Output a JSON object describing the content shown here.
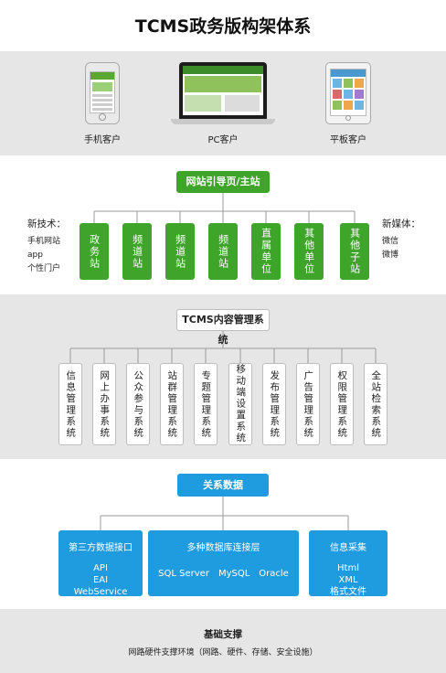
{
  "title": "TCMS政务版构架体系",
  "clients": [
    {
      "label": "手机客户",
      "icon": "phone-icon"
    },
    {
      "label": "PC客户",
      "icon": "laptop-icon"
    },
    {
      "label": "平板客户",
      "icon": "tablet-icon"
    }
  ],
  "portal": {
    "main_box": "网站引导页/主站",
    "sites": [
      "政务站",
      "频道站",
      "频道站",
      "频道站",
      "直属单位",
      "其他单位",
      "其他子站"
    ],
    "new_tech": {
      "heading": "新技术：",
      "items": [
        "手机网站",
        "app",
        "个性门户"
      ]
    },
    "new_media": {
      "heading": "新媒体：",
      "items": [
        "微信",
        "微博"
      ]
    }
  },
  "cms": {
    "main_box": "TCMS内容管理系统",
    "modules": [
      "信息管理系统",
      "网上办事系统",
      "公众参与系统",
      "站群管理系统",
      "专题管理系统",
      "移动端设置系统",
      "发布管理系统",
      "广告管理系统",
      "权限管理系统",
      "全站检索系统"
    ]
  },
  "data": {
    "main_box": "关系数据",
    "boxes": [
      {
        "title": "第三方数据接口",
        "items": [
          "API",
          "EAI",
          "WebService"
        ]
      },
      {
        "title": "多种数据库连接层",
        "items": [
          "SQL Server",
          "MySQL",
          "Oracle"
        ]
      },
      {
        "title": "信息采集",
        "items": [
          "Html",
          "XML",
          "格式文件"
        ]
      }
    ]
  },
  "basic": {
    "title": "基础支撑",
    "desc": "网路硬件支撑环境（网路、硬件、存储、安全设施）"
  },
  "colors": {
    "green": "#3fa52a",
    "blue": "#1f9be0",
    "band_gray": "#e6e6e6"
  }
}
